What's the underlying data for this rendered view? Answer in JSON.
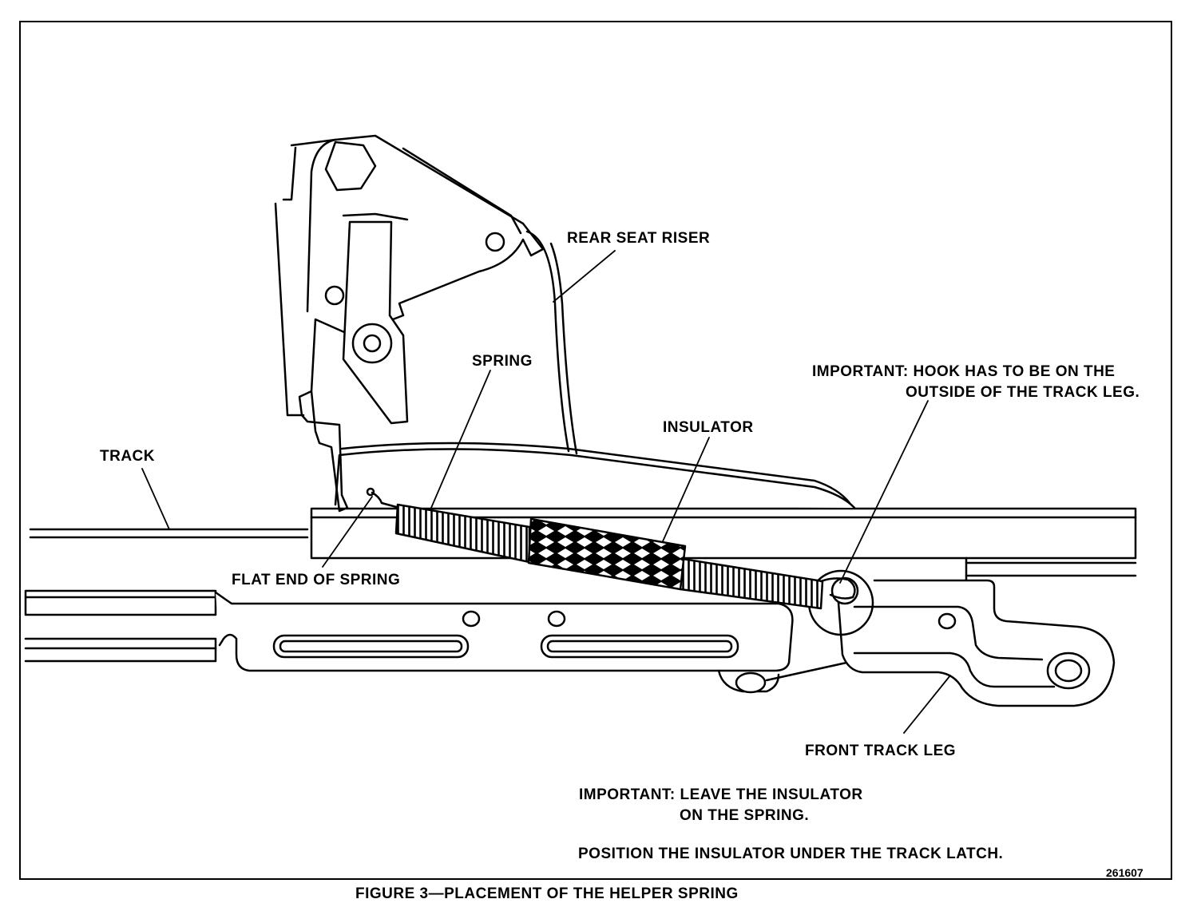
{
  "labels": {
    "rear_seat_riser": "REAR SEAT RISER",
    "spring": "SPRING",
    "important_hook_line1": "IMPORTANT: HOOK HAS TO BE ON THE",
    "important_hook_line2": "OUTSIDE OF THE TRACK LEG.",
    "insulator": "INSULATOR",
    "track": "TRACK",
    "flat_end_of_spring": "FLAT END OF SPRING",
    "front_track_leg": "FRONT TRACK LEG",
    "important_insulator_line1": "IMPORTANT: LEAVE THE INSULATOR",
    "important_insulator_line2": "ON THE SPRING.",
    "position_note": "POSITION THE INSULATOR UNDER THE TRACK LATCH."
  },
  "figure_number": "261607",
  "caption": "FIGURE 3—PLACEMENT  OF THE HELPER SPRING"
}
